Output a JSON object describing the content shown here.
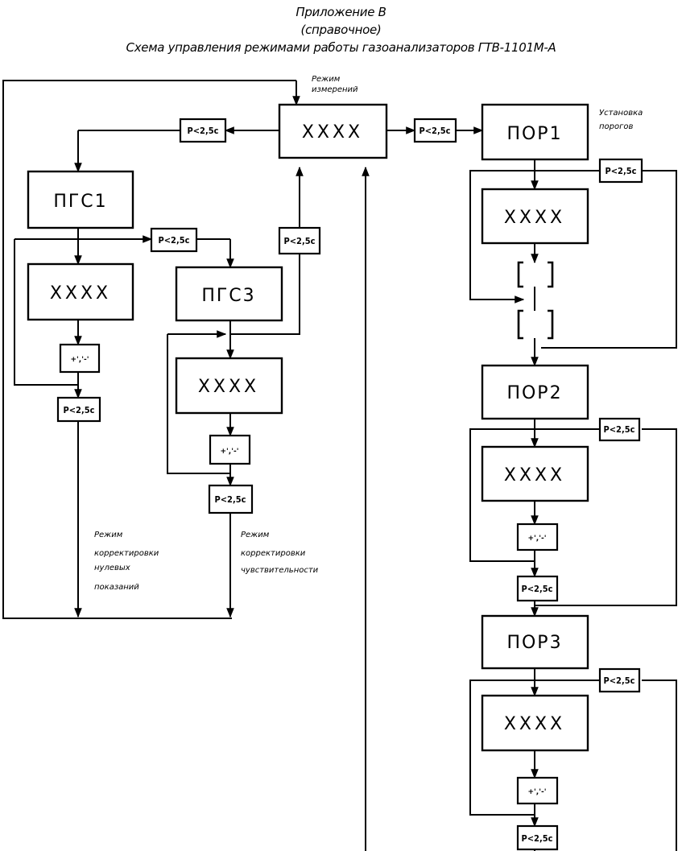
{
  "header": {
    "line1": "Приложение В",
    "line2": "(справочное)",
    "line3": "Схема управления режимами работы газоанализаторов ГТВ-1101М-А"
  },
  "labels": {
    "measure_mode": [
      "Режим",
      "измерений"
    ],
    "threshold_setup": [
      "Установка",
      "порогов"
    ],
    "zero_mode": [
      "Режим",
      "корректировки",
      "нулевых",
      "показаний"
    ],
    "sens_mode": [
      "Режим",
      "корректировки",
      "чувствительности"
    ]
  },
  "blocks": {
    "display": "XXXX",
    "pgs1": "ПГС1",
    "pgs3": "ПГС3",
    "por1": "ПОР1",
    "por2": "ПОР2",
    "por3": "ПОР3",
    "p_small": "P<2,5c",
    "p_large": "P<2,5c",
    "plus_minus": "+','-'"
  }
}
